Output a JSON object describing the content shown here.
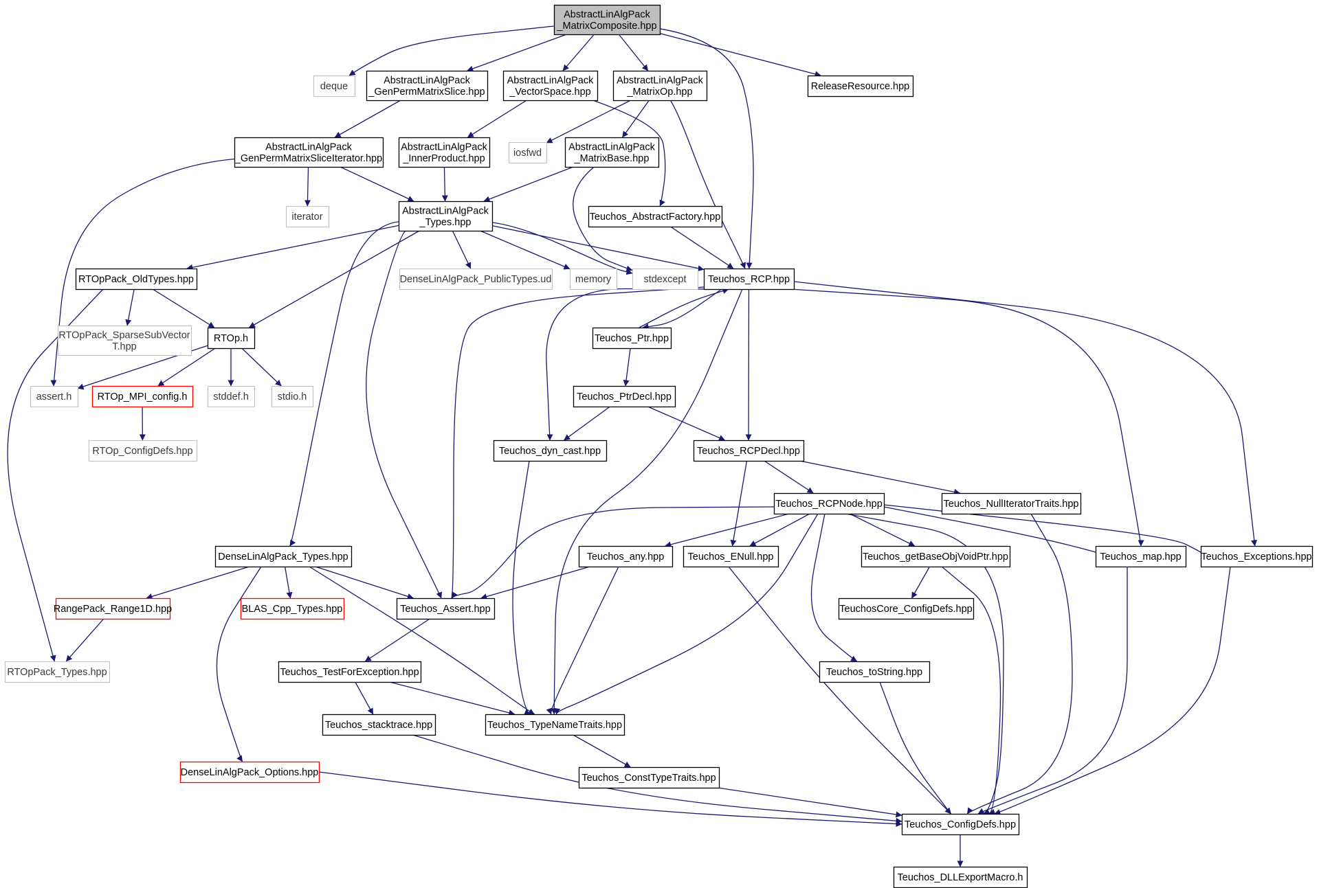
{
  "diagram": {
    "colors": {
      "edge": "#191970",
      "normal_border": "#000000",
      "missing_border": "#bfbfbf",
      "error_border": "#ff0000",
      "root_fill": "#bfbfbf",
      "fill": "#ffffff"
    },
    "nodes": [
      {
        "id": "root",
        "lines": [
          "AbstractLinAlgPack",
          "_MatrixComposite.hpp"
        ],
        "style": "root"
      },
      {
        "id": "deque",
        "lines": [
          "deque"
        ],
        "style": "missing"
      },
      {
        "id": "genperm_slice",
        "lines": [
          "AbstractLinAlgPack",
          "_GenPermMatrixSlice.hpp"
        ],
        "style": "normal"
      },
      {
        "id": "vectorspace",
        "lines": [
          "AbstractLinAlgPack",
          "_VectorSpace.hpp"
        ],
        "style": "normal"
      },
      {
        "id": "matrixop",
        "lines": [
          "AbstractLinAlgPack",
          "_MatrixOp.hpp"
        ],
        "style": "normal"
      },
      {
        "id": "releaseresource",
        "lines": [
          "ReleaseResource.hpp"
        ],
        "style": "normal"
      },
      {
        "id": "genperm_iter",
        "lines": [
          "AbstractLinAlgPack",
          "_GenPermMatrixSliceIterator.hpp"
        ],
        "style": "normal"
      },
      {
        "id": "innerproduct",
        "lines": [
          "AbstractLinAlgPack",
          "_InnerProduct.hpp"
        ],
        "style": "normal"
      },
      {
        "id": "iosfwd",
        "lines": [
          "iosfwd"
        ],
        "style": "missing"
      },
      {
        "id": "matrixbase",
        "lines": [
          "AbstractLinAlgPack",
          "_MatrixBase.hpp"
        ],
        "style": "normal"
      },
      {
        "id": "iterator",
        "lines": [
          "iterator"
        ],
        "style": "missing"
      },
      {
        "id": "alap_types",
        "lines": [
          "AbstractLinAlgPack",
          "_Types.hpp"
        ],
        "style": "normal"
      },
      {
        "id": "abstractfactory",
        "lines": [
          "Teuchos_AbstractFactory.hpp"
        ],
        "style": "normal"
      },
      {
        "id": "rtop_oldtypes",
        "lines": [
          "RTOpPack_OldTypes.hpp"
        ],
        "style": "normal"
      },
      {
        "id": "publictypes",
        "lines": [
          "DenseLinAlgPack_PublicTypes.ud"
        ],
        "style": "missing"
      },
      {
        "id": "memory",
        "lines": [
          "memory"
        ],
        "style": "missing"
      },
      {
        "id": "stdexcept",
        "lines": [
          "stdexcept"
        ],
        "style": "missing"
      },
      {
        "id": "rcp",
        "lines": [
          "Teuchos_RCP.hpp"
        ],
        "style": "normal"
      },
      {
        "id": "sparsesub",
        "lines": [
          "RTOpPack_SparseSubVector",
          "T.hpp"
        ],
        "style": "missing"
      },
      {
        "id": "rtop_h",
        "lines": [
          "RTOp.h"
        ],
        "style": "normal"
      },
      {
        "id": "ptr",
        "lines": [
          "Teuchos_Ptr.hpp"
        ],
        "style": "normal"
      },
      {
        "id": "assert_h",
        "lines": [
          "assert.h"
        ],
        "style": "missing"
      },
      {
        "id": "mpi_config",
        "lines": [
          "RTOp_MPI_config.h"
        ],
        "style": "error"
      },
      {
        "id": "stddef",
        "lines": [
          "stddef.h"
        ],
        "style": "missing"
      },
      {
        "id": "stdio",
        "lines": [
          "stdio.h"
        ],
        "style": "missing"
      },
      {
        "id": "ptrdecl",
        "lines": [
          "Teuchos_PtrDecl.hpp"
        ],
        "style": "normal"
      },
      {
        "id": "configdefs_rtop",
        "lines": [
          "RTOp_ConfigDefs.hpp"
        ],
        "style": "missing"
      },
      {
        "id": "dyn_cast",
        "lines": [
          "Teuchos_dyn_cast.hpp"
        ],
        "style": "normal"
      },
      {
        "id": "rcpdecl",
        "lines": [
          "Teuchos_RCPDecl.hpp"
        ],
        "style": "normal"
      },
      {
        "id": "rcpnode",
        "lines": [
          "Teuchos_RCPNode.hpp"
        ],
        "style": "normal"
      },
      {
        "id": "nulliter",
        "lines": [
          "Teuchos_NullIteratorTraits.hpp"
        ],
        "style": "normal"
      },
      {
        "id": "dlap_types",
        "lines": [
          "DenseLinAlgPack_Types.hpp"
        ],
        "style": "normal"
      },
      {
        "id": "any",
        "lines": [
          "Teuchos_any.hpp"
        ],
        "style": "normal"
      },
      {
        "id": "enull",
        "lines": [
          "Teuchos_ENull.hpp"
        ],
        "style": "normal"
      },
      {
        "id": "getbaseobj",
        "lines": [
          "Teuchos_getBaseObjVoidPtr.hpp"
        ],
        "style": "normal"
      },
      {
        "id": "map",
        "lines": [
          "Teuchos_map.hpp"
        ],
        "style": "normal"
      },
      {
        "id": "exceptions",
        "lines": [
          "Teuchos_Exceptions.hpp"
        ],
        "style": "normal"
      },
      {
        "id": "range1d",
        "lines": [
          "RangePack_Range1D.hpp"
        ],
        "style": "error"
      },
      {
        "id": "blas",
        "lines": [
          "BLAS_Cpp_Types.hpp"
        ],
        "style": "error"
      },
      {
        "id": "teuchos_assert",
        "lines": [
          "Teuchos_Assert.hpp"
        ],
        "style": "normal"
      },
      {
        "id": "coreconfig",
        "lines": [
          "TeuchosCore_ConfigDefs.hpp"
        ],
        "style": "normal"
      },
      {
        "id": "rtoppack_types",
        "lines": [
          "RTOpPack_Types.hpp"
        ],
        "style": "missing"
      },
      {
        "id": "testforexc",
        "lines": [
          "Teuchos_TestForException.hpp"
        ],
        "style": "normal"
      },
      {
        "id": "tostring",
        "lines": [
          "Teuchos_toString.hpp"
        ],
        "style": "normal"
      },
      {
        "id": "stacktrace",
        "lines": [
          "Teuchos_stacktrace.hpp"
        ],
        "style": "normal"
      },
      {
        "id": "typenametraits",
        "lines": [
          "Teuchos_TypeNameTraits.hpp"
        ],
        "style": "normal"
      },
      {
        "id": "options",
        "lines": [
          "DenseLinAlgPack_Options.hpp"
        ],
        "style": "error"
      },
      {
        "id": "consttypetraits",
        "lines": [
          "Teuchos_ConstTypeTraits.hpp"
        ],
        "style": "normal"
      },
      {
        "id": "configdefs",
        "lines": [
          "Teuchos_ConfigDefs.hpp"
        ],
        "style": "normal"
      },
      {
        "id": "dllexport",
        "lines": [
          "Teuchos_DLLExportMacro.h"
        ],
        "style": "normal"
      }
    ],
    "edges": [
      [
        "root",
        "deque"
      ],
      [
        "root",
        "genperm_slice"
      ],
      [
        "root",
        "vectorspace"
      ],
      [
        "root",
        "matrixop"
      ],
      [
        "root",
        "rcp"
      ],
      [
        "root",
        "releaseresource"
      ],
      [
        "genperm_slice",
        "genperm_iter"
      ],
      [
        "genperm_iter",
        "assert_h"
      ],
      [
        "genperm_iter",
        "iterator"
      ],
      [
        "genperm_iter",
        "alap_types"
      ],
      [
        "vectorspace",
        "innerproduct"
      ],
      [
        "vectorspace",
        "abstractfactory"
      ],
      [
        "matrixop",
        "iosfwd"
      ],
      [
        "matrixop",
        "matrixbase"
      ],
      [
        "matrixop",
        "rcp"
      ],
      [
        "innerproduct",
        "alap_types"
      ],
      [
        "matrixbase",
        "alap_types"
      ],
      [
        "matrixbase",
        "stdexcept"
      ],
      [
        "alap_types",
        "rtop_oldtypes"
      ],
      [
        "alap_types",
        "publictypes"
      ],
      [
        "alap_types",
        "memory"
      ],
      [
        "alap_types",
        "stdexcept"
      ],
      [
        "alap_types",
        "rcp"
      ],
      [
        "alap_types",
        "rtop_h"
      ],
      [
        "alap_types",
        "dlap_types"
      ],
      [
        "alap_types",
        "teuchos_assert"
      ],
      [
        "abstractfactory",
        "rcp"
      ],
      [
        "rtop_oldtypes",
        "sparsesub"
      ],
      [
        "rtop_oldtypes",
        "rtop_h"
      ],
      [
        "rtop_oldtypes",
        "rtoppack_types"
      ],
      [
        "rtop_h",
        "assert_h"
      ],
      [
        "rtop_h",
        "mpi_config"
      ],
      [
        "rtop_h",
        "stddef"
      ],
      [
        "rtop_h",
        "stdio"
      ],
      [
        "mpi_config",
        "configdefs_rtop"
      ],
      [
        "rcp",
        "ptr"
      ],
      [
        "rcp",
        "dyn_cast"
      ],
      [
        "rcp",
        "rcpdecl"
      ],
      [
        "rcp",
        "teuchos_assert"
      ],
      [
        "rcp",
        "typenametraits"
      ],
      [
        "rcp",
        "map"
      ],
      [
        "rcp",
        "exceptions"
      ],
      [
        "ptr",
        "rcp"
      ],
      [
        "ptr",
        "ptrdecl"
      ],
      [
        "ptrdecl",
        "dyn_cast"
      ],
      [
        "ptrdecl",
        "rcpdecl"
      ],
      [
        "dyn_cast",
        "typenametraits"
      ],
      [
        "rcpdecl",
        "rcpnode"
      ],
      [
        "rcpdecl",
        "enull"
      ],
      [
        "rcpdecl",
        "nulliter"
      ],
      [
        "rcpnode",
        "any"
      ],
      [
        "rcpnode",
        "enull"
      ],
      [
        "rcpnode",
        "getbaseobj"
      ],
      [
        "rcpnode",
        "map"
      ],
      [
        "rcpnode",
        "exceptions"
      ],
      [
        "rcpnode",
        "teuchos_assert"
      ],
      [
        "rcpnode",
        "typenametraits"
      ],
      [
        "rcpnode",
        "tostring"
      ],
      [
        "rcpnode",
        "configdefs"
      ],
      [
        "nulliter",
        "configdefs"
      ],
      [
        "dlap_types",
        "range1d"
      ],
      [
        "dlap_types",
        "blas"
      ],
      [
        "dlap_types",
        "teuchos_assert"
      ],
      [
        "dlap_types",
        "typenametraits"
      ],
      [
        "dlap_types",
        "options"
      ],
      [
        "any",
        "teuchos_assert"
      ],
      [
        "any",
        "typenametraits"
      ],
      [
        "enull",
        "configdefs"
      ],
      [
        "getbaseobj",
        "coreconfig"
      ],
      [
        "getbaseobj",
        "configdefs"
      ],
      [
        "map",
        "configdefs"
      ],
      [
        "exceptions",
        "configdefs"
      ],
      [
        "range1d",
        "rtoppack_types"
      ],
      [
        "teuchos_assert",
        "testforexc"
      ],
      [
        "testforexc",
        "stacktrace"
      ],
      [
        "testforexc",
        "typenametraits"
      ],
      [
        "tostring",
        "configdefs"
      ],
      [
        "stacktrace",
        "configdefs"
      ],
      [
        "typenametraits",
        "consttypetraits"
      ],
      [
        "options",
        "configdefs"
      ],
      [
        "consttypetraits",
        "configdefs"
      ],
      [
        "configdefs",
        "dllexport"
      ]
    ]
  }
}
